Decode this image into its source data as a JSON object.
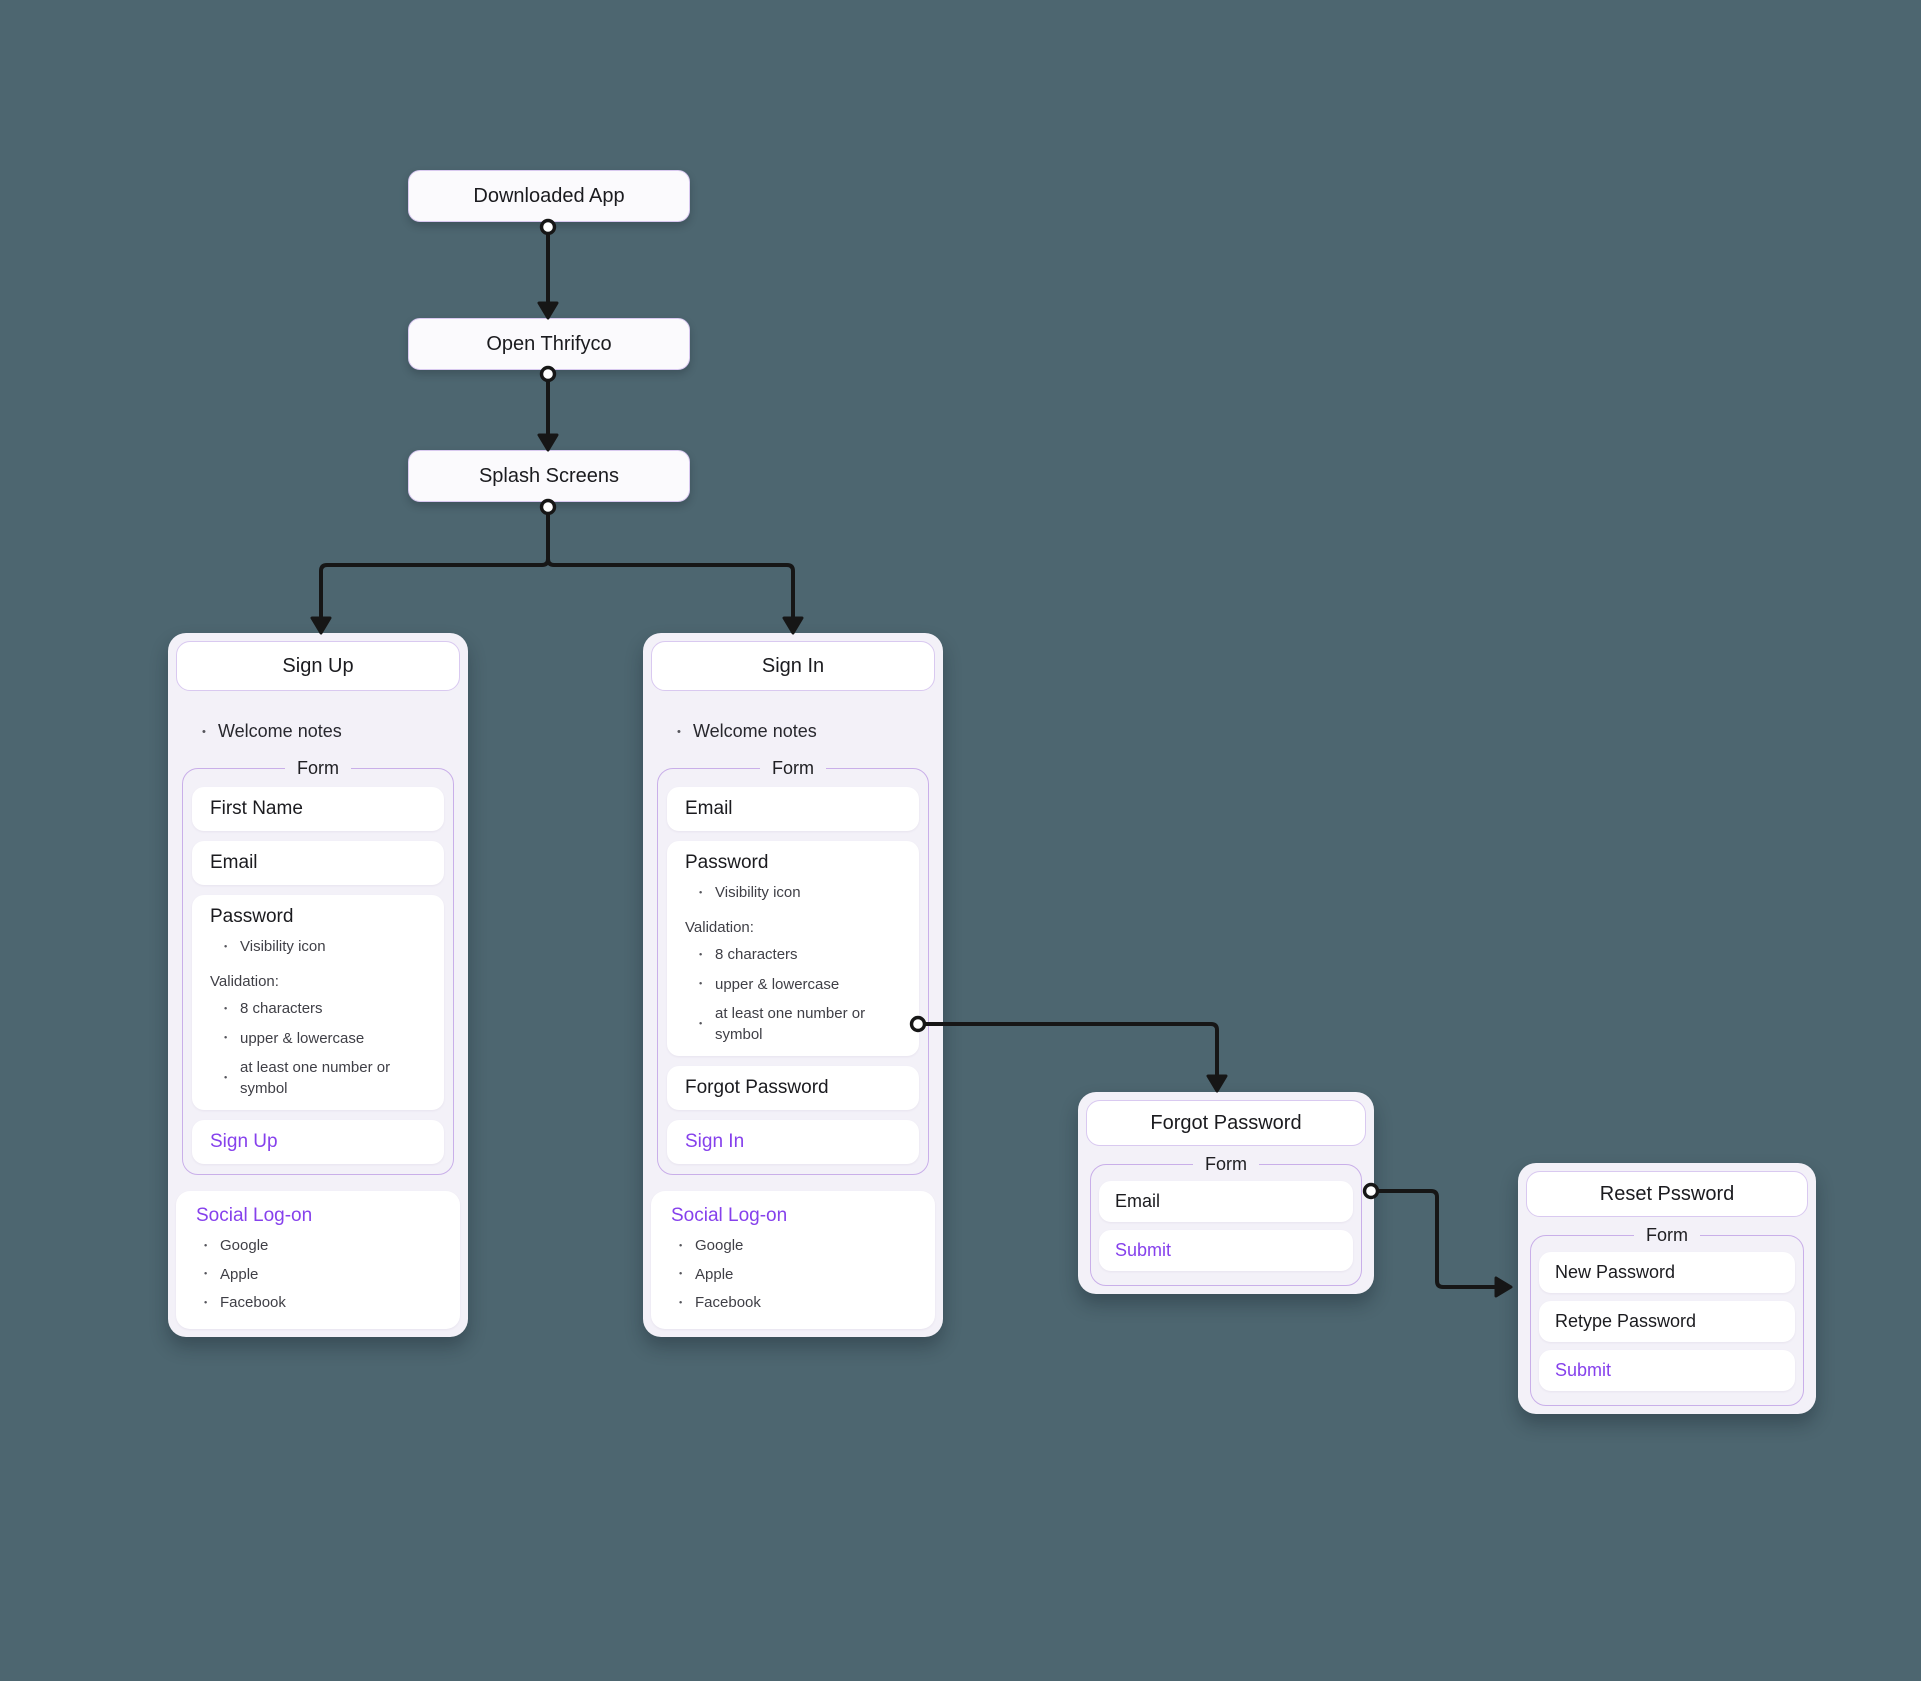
{
  "colors": {
    "background": "#4d6670",
    "panel": "#f3f1f8",
    "accent_purple": "#8641ec",
    "border_purple": "#d9c9f0",
    "fieldset_purple": "#c9afe9",
    "connector": "#161616"
  },
  "flow_boxes": [
    {
      "label": "Downloaded App"
    },
    {
      "label": "Open Thrifyco"
    },
    {
      "label": "Splash Screens"
    }
  ],
  "sign_up": {
    "title": "Sign Up",
    "welcome_note": "Welcome notes",
    "form_legend": "Form",
    "first_name_label": "First Name",
    "email_label": "Email",
    "password": {
      "label": "Password",
      "visibility_note": "Visibility icon",
      "validation_label": "Validation:",
      "rules": [
        "8 characters",
        "upper & lowercase",
        "at least one number or symbol"
      ]
    },
    "submit_label": "Sign Up",
    "social": {
      "title": "Social Log-on",
      "providers": [
        "Google",
        "Apple",
        "Facebook"
      ]
    }
  },
  "sign_in": {
    "title": "Sign In",
    "welcome_note": "Welcome notes",
    "form_legend": "Form",
    "email_label": "Email",
    "password": {
      "label": "Password",
      "visibility_note": "Visibility icon",
      "validation_label": "Validation:",
      "rules": [
        "8 characters",
        "upper & lowercase",
        "at least one number or symbol"
      ]
    },
    "forgot_label": "Forgot Password",
    "submit_label": "Sign In",
    "social": {
      "title": "Social Log-on",
      "providers": [
        "Google",
        "Apple",
        "Facebook"
      ]
    }
  },
  "forgot": {
    "title": "Forgot Password",
    "form_legend": "Form",
    "email_label": "Email",
    "submit_label": "Submit"
  },
  "reset": {
    "title": "Reset Pssword",
    "form_legend": "Form",
    "new_password_label": "New Password",
    "retype_password_label": "Retype Password",
    "submit_label": "Submit"
  }
}
